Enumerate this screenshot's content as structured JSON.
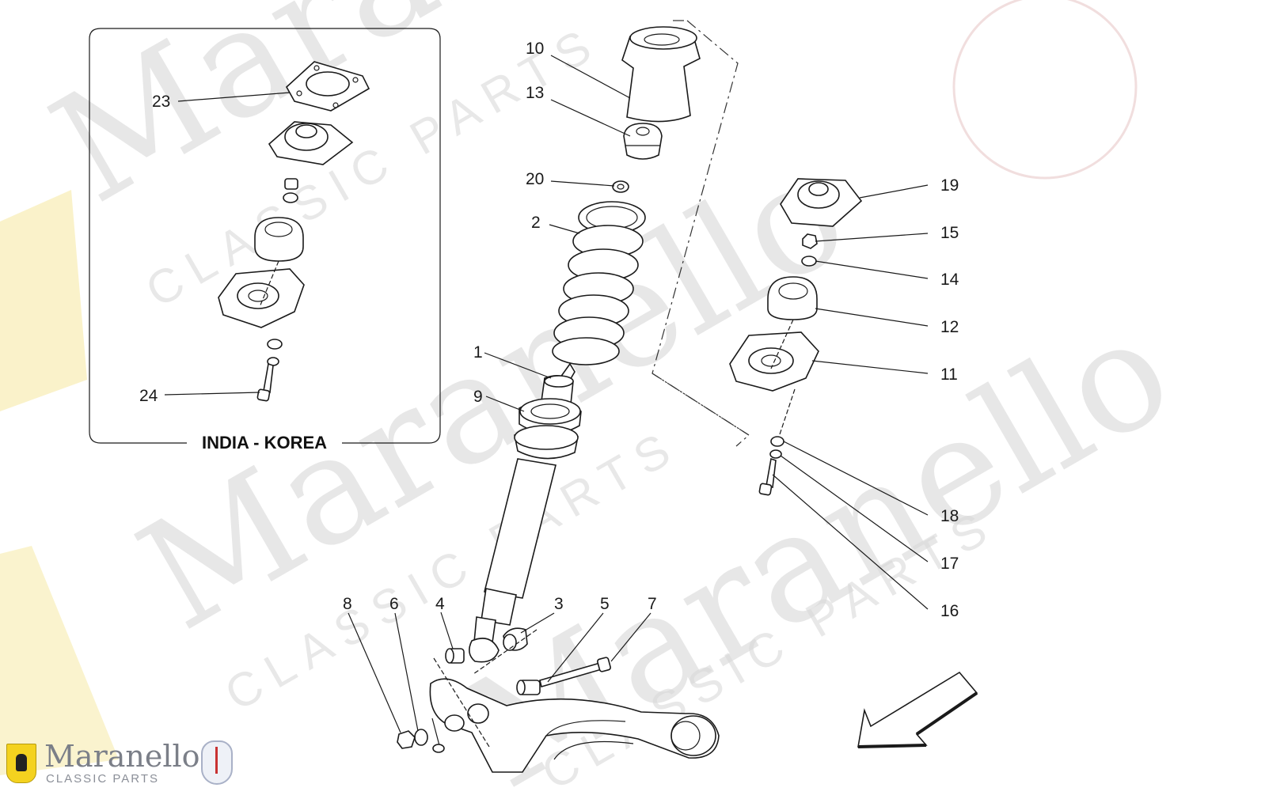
{
  "inset": {
    "label": "INDIA - KOREA"
  },
  "callouts": {
    "c1": "1",
    "c2": "2",
    "c3": "3",
    "c4": "4",
    "c5": "5",
    "c6": "6",
    "c7": "7",
    "c8": "8",
    "c9": "9",
    "c10": "10",
    "c11": "11",
    "c12": "12",
    "c13": "13",
    "c14": "14",
    "c15": "15",
    "c16": "16",
    "c17": "17",
    "c18": "18",
    "c19": "19",
    "c20": "20",
    "c23": "23",
    "c24": "24"
  },
  "brand": {
    "name": "Maranello",
    "sub": "CLASSIC PARTS"
  },
  "watermark": {
    "word": "Maranello",
    "sub": "CLASSIC PARTS"
  },
  "colors": {
    "line": "#1a1a1a",
    "watermark": "#d4d4d4",
    "shield": "#f4d21f"
  },
  "icons": {
    "direction": "arrow-icon",
    "brand_left": "prancing-horse-shield-icon",
    "brand_right": "trident-emblem-icon"
  }
}
